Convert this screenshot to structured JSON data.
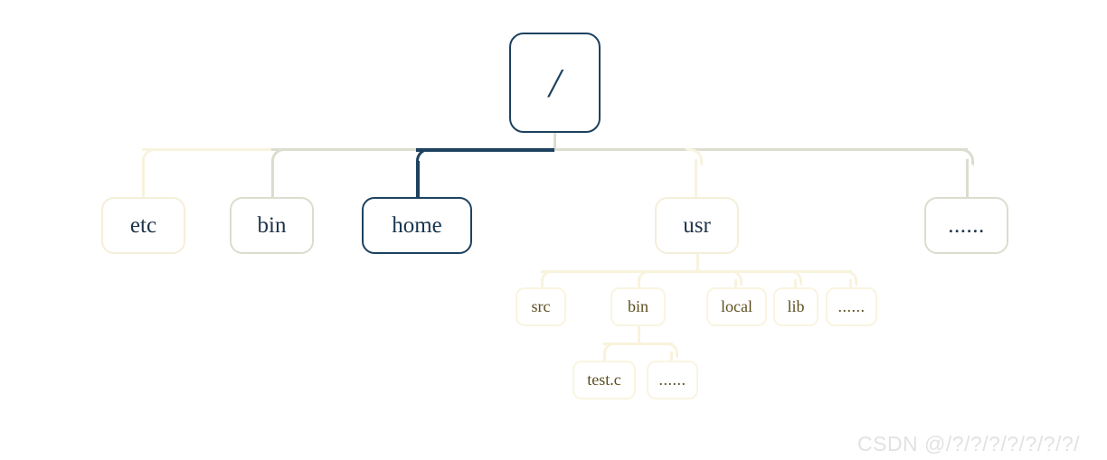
{
  "diagram": {
    "title": "linux-directory-tree",
    "root": {
      "label": "/",
      "style": "navy"
    },
    "level2": [
      {
        "label": "etc",
        "style": "cream",
        "selected": false
      },
      {
        "label": "bin",
        "style": "gray",
        "selected": false
      },
      {
        "label": "home",
        "style": "navy",
        "selected": true
      },
      {
        "label": "usr",
        "style": "cream",
        "selected": false
      },
      {
        "label": "......",
        "style": "gray",
        "selected": false
      }
    ],
    "level3_parent": "usr",
    "level3": [
      {
        "label": "src"
      },
      {
        "label": "bin"
      },
      {
        "label": "local"
      },
      {
        "label": "lib"
      },
      {
        "label": "......"
      }
    ],
    "level4_parent": "bin",
    "level4": [
      {
        "label": "test.c"
      },
      {
        "label": "......"
      }
    ]
  },
  "colors": {
    "navy": "#1d4260",
    "cream": "#f8f3dd",
    "gray": "#dcdccf",
    "node_text_dark": "#20344a",
    "node_text_olive": "#5c4f20",
    "background": "#ffffff",
    "watermark": "#e2e2e2"
  },
  "watermark": {
    "text": "CSDN @/?/?/?/?/?/?/?/"
  }
}
